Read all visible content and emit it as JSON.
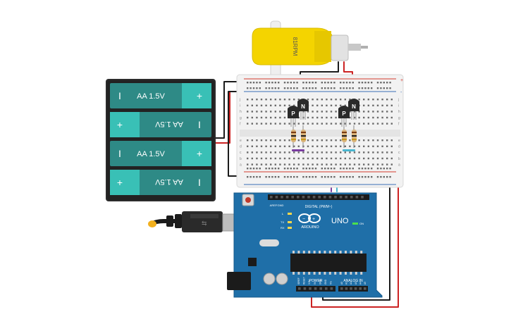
{
  "colors": {
    "background": "#ffffff",
    "battery_holder": "#2b2b2b",
    "cell": "#2e8a86",
    "cell_cap": "#39c0b6",
    "motor_body": "#f4d400",
    "breadboard": "#f2f2f2",
    "rail_red": "#d43a2f",
    "rail_blue": "#3b6fb6",
    "transistor": "#2a2a2a",
    "arduino": "#1f6fa8",
    "wire_black": "#1b1b1b",
    "wire_red": "#cc2222",
    "wire_purple": "#7a3da0",
    "wire_cyan": "#49b6cf"
  },
  "battery": {
    "cells": [
      {
        "label": "AA 1.5V",
        "left_sign": "I",
        "right_sign": "+",
        "flipped": false
      },
      {
        "label": "AA 1.5V",
        "left_sign": "+",
        "right_sign": "I",
        "flipped": true
      },
      {
        "label": "AA 1.5V",
        "left_sign": "I",
        "right_sign": "+",
        "flipped": false
      },
      {
        "label": "AA 1.5V",
        "left_sign": "+",
        "right_sign": "I",
        "flipped": true
      }
    ]
  },
  "motor": {
    "label": "81RPM"
  },
  "transistors": [
    {
      "type_label": "P"
    },
    {
      "type_label": "N"
    },
    {
      "type_label": "P"
    },
    {
      "type_label": "N"
    }
  ],
  "breadboard": {
    "row_letters_top": [
      "j",
      "i",
      "h",
      "g",
      "f"
    ],
    "row_letters_bottom": [
      "e",
      "d",
      "c",
      "b",
      "a"
    ],
    "rail_plus": "+",
    "rail_minus": "-"
  },
  "arduino": {
    "brand": "ARDUINO",
    "model": "UNO",
    "on_label": "ON",
    "digital_label": "DIGITAL (PWM~)",
    "power_label": "POWER",
    "analog_label": "ANALOG IN",
    "l_label": "L",
    "tx_label": "TX",
    "rx_label": "RX",
    "aref_label": "AREF",
    "gnd_label": "GND",
    "power_pins": [
      "IOREF",
      "RESET",
      "3.3V",
      "5V",
      "GND",
      "GND",
      "Vin"
    ],
    "analog_pins": [
      "A0",
      "A1",
      "A2",
      "A3",
      "A4",
      "A5"
    ]
  }
}
